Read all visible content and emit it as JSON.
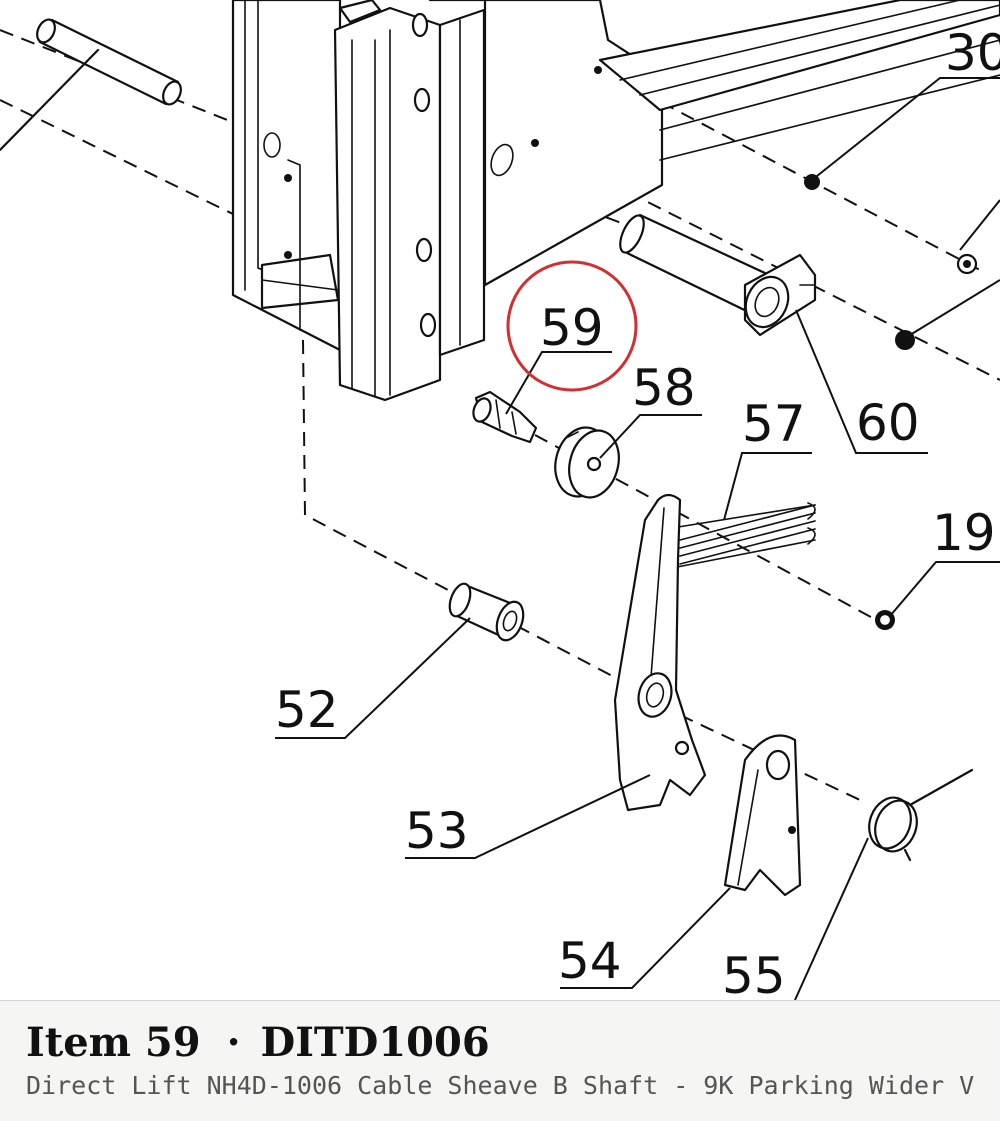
{
  "diagram": {
    "labels": {
      "l30": "30",
      "l59": "59",
      "l58": "58",
      "l57": "57",
      "l60": "60",
      "l19": "19",
      "l52": "52",
      "l53": "53",
      "l54": "54",
      "l55": "55"
    },
    "highlight": {
      "item": "59",
      "color": "#d32f2f"
    }
  },
  "footer": {
    "item_label": "Item 59",
    "separator": "·",
    "part_number": "DITD1006",
    "description": "Direct Lift NH4D-1006 Cable Sheave B Shaft - 9K Parking Wider V"
  }
}
